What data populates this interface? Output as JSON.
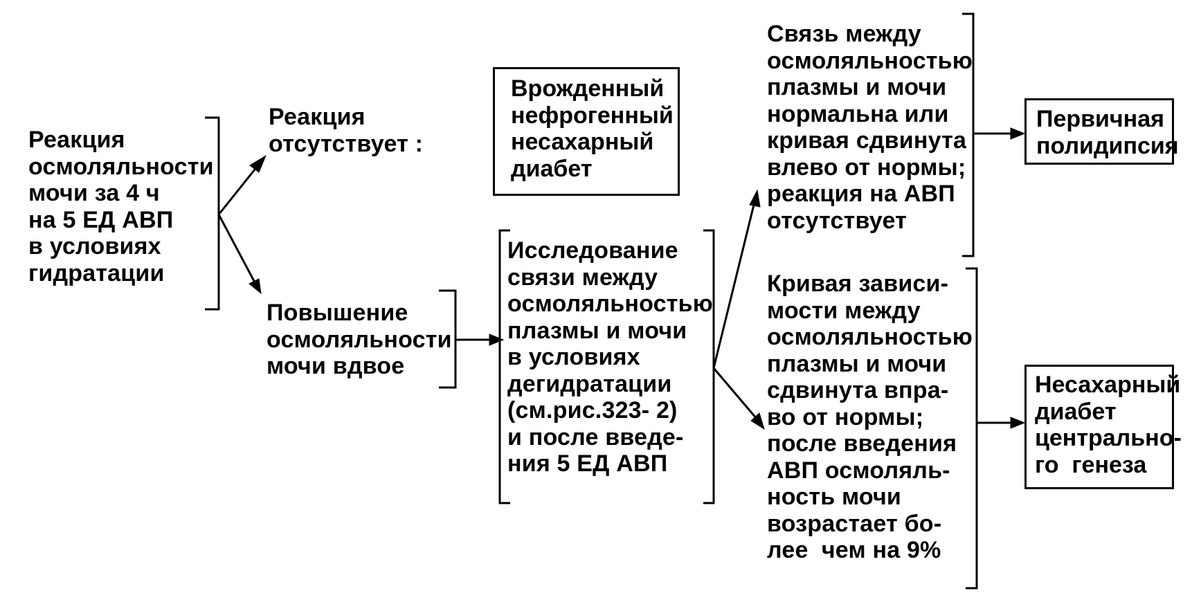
{
  "diagram": {
    "start": "Реакция\nосмоляльности\nмочи за 4 ч\nна 5 ЕД АВП\nв условиях\nгидратации",
    "no_reaction": "Реакция\nотсутствует :",
    "nephrogenic_box": "Врожденный\nнефрогенный\nнесахарный\nдиабет",
    "increase": "Повышение\nосмоляльности\nмочи вдвое",
    "study": "Исследование\nсвязи между\nосмоляльностью\nплазмы и мочи\nв условиях\nдегидратации\n(см.рис.323- 2)\nи после введе-\nния 5 ЕД АВП",
    "result_normal": "Связь между\nосмоляльностью\nплазмы и мочи\nнормальна или\nкривая сдвинута\nвлево от нормы;\nреакция на АВП\nотсутствует",
    "result_shifted": "Кривая зависи-\nмости между\nосмоляльностью\nплазмы и мочи\nсдвинута впра-\nво от нормы;\nпосле введения\nАВП осмоляль-\nность мочи\nвозрастает бо-\nлее  чем на 9%",
    "primary_box": "Первичная\nполидипсия",
    "central_box": "Несахарный\nдиабет\nцентрально-\nго  генеза"
  }
}
